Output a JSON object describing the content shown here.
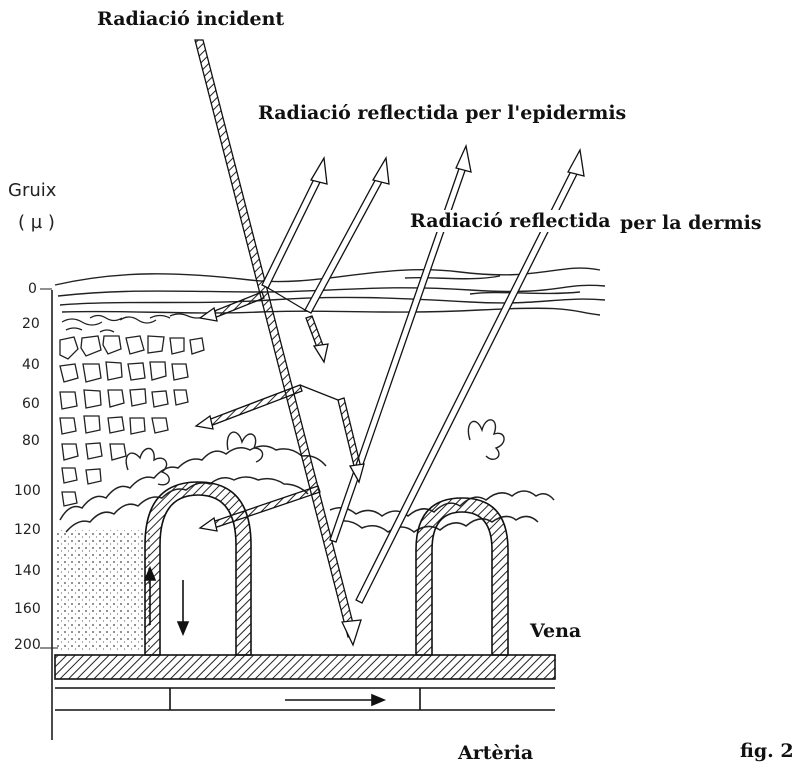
{
  "labels": {
    "incident": "Radiació incident",
    "reflected_epidermis": "Radiació reflectida per l'epidermis",
    "reflected_dermis_a": "Radiació reflectida",
    "reflected_dermis_b": "per la dermis",
    "vein": "Vena",
    "artery": "Artèria",
    "figure": "fig. 2"
  },
  "axis": {
    "title": "Gruix",
    "unit": "( µ )",
    "ticks": [
      "0",
      "20",
      "40",
      "60",
      "80",
      "100",
      "120",
      "140",
      "160",
      "200"
    ]
  }
}
